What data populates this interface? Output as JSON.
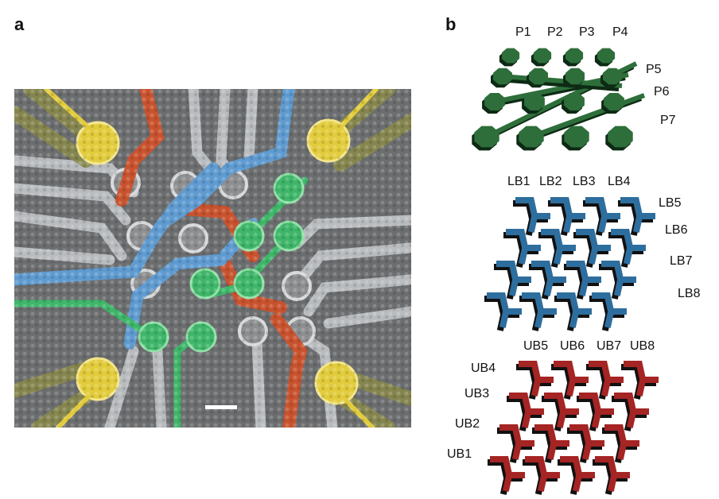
{
  "panels": {
    "a": {
      "letter": "a"
    },
    "b": {
      "letter": "b"
    }
  },
  "colors": {
    "plunger": "#2e6e3a",
    "lower_barrier": "#2e6e9e",
    "upper_barrier": "#a52424",
    "sem_green": "#3fb66a",
    "sem_blue": "#5f9bd0",
    "sem_red": "#c9532f",
    "sem_yellow": "#e2cc3c"
  },
  "plunger_layer": {
    "labels": [
      "P1",
      "P2",
      "P3",
      "P4",
      "P5",
      "P6",
      "P7"
    ]
  },
  "lower_barrier_layer": {
    "labels": [
      "LB1",
      "LB2",
      "LB3",
      "LB4",
      "LB5",
      "LB6",
      "LB7",
      "LB8"
    ]
  },
  "upper_barrier_layer": {
    "labels": [
      "UB5",
      "UB6",
      "UB7",
      "UB8",
      "UB4",
      "UB3",
      "UB2",
      "UB1"
    ]
  }
}
